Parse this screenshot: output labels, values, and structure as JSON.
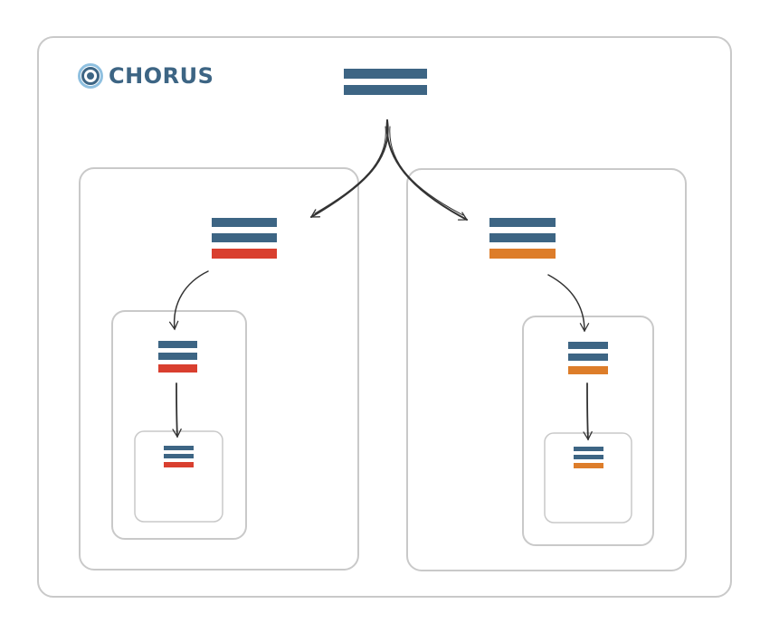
{
  "logo": {
    "name": "CHORUS",
    "icon": "chorus-logo-icon"
  },
  "colors": {
    "primary": "#3d6584",
    "red": "#d93f2f",
    "orange": "#dd7d2a",
    "border": "#c9c9c9",
    "arrow": "#333333"
  },
  "diagram": {
    "root": {
      "stripes": [
        "primary",
        "primary"
      ]
    },
    "left_branch": {
      "accent": "red",
      "levels": [
        {
          "stripes": [
            "primary",
            "primary",
            "red"
          ]
        },
        {
          "stripes": [
            "primary",
            "primary",
            "red"
          ]
        },
        {
          "stripes": [
            "primary",
            "primary",
            "red"
          ]
        }
      ]
    },
    "right_branch": {
      "accent": "orange",
      "levels": [
        {
          "stripes": [
            "primary",
            "primary",
            "orange"
          ]
        },
        {
          "stripes": [
            "primary",
            "primary",
            "orange"
          ]
        },
        {
          "stripes": [
            "primary",
            "primary",
            "orange"
          ]
        }
      ]
    }
  }
}
